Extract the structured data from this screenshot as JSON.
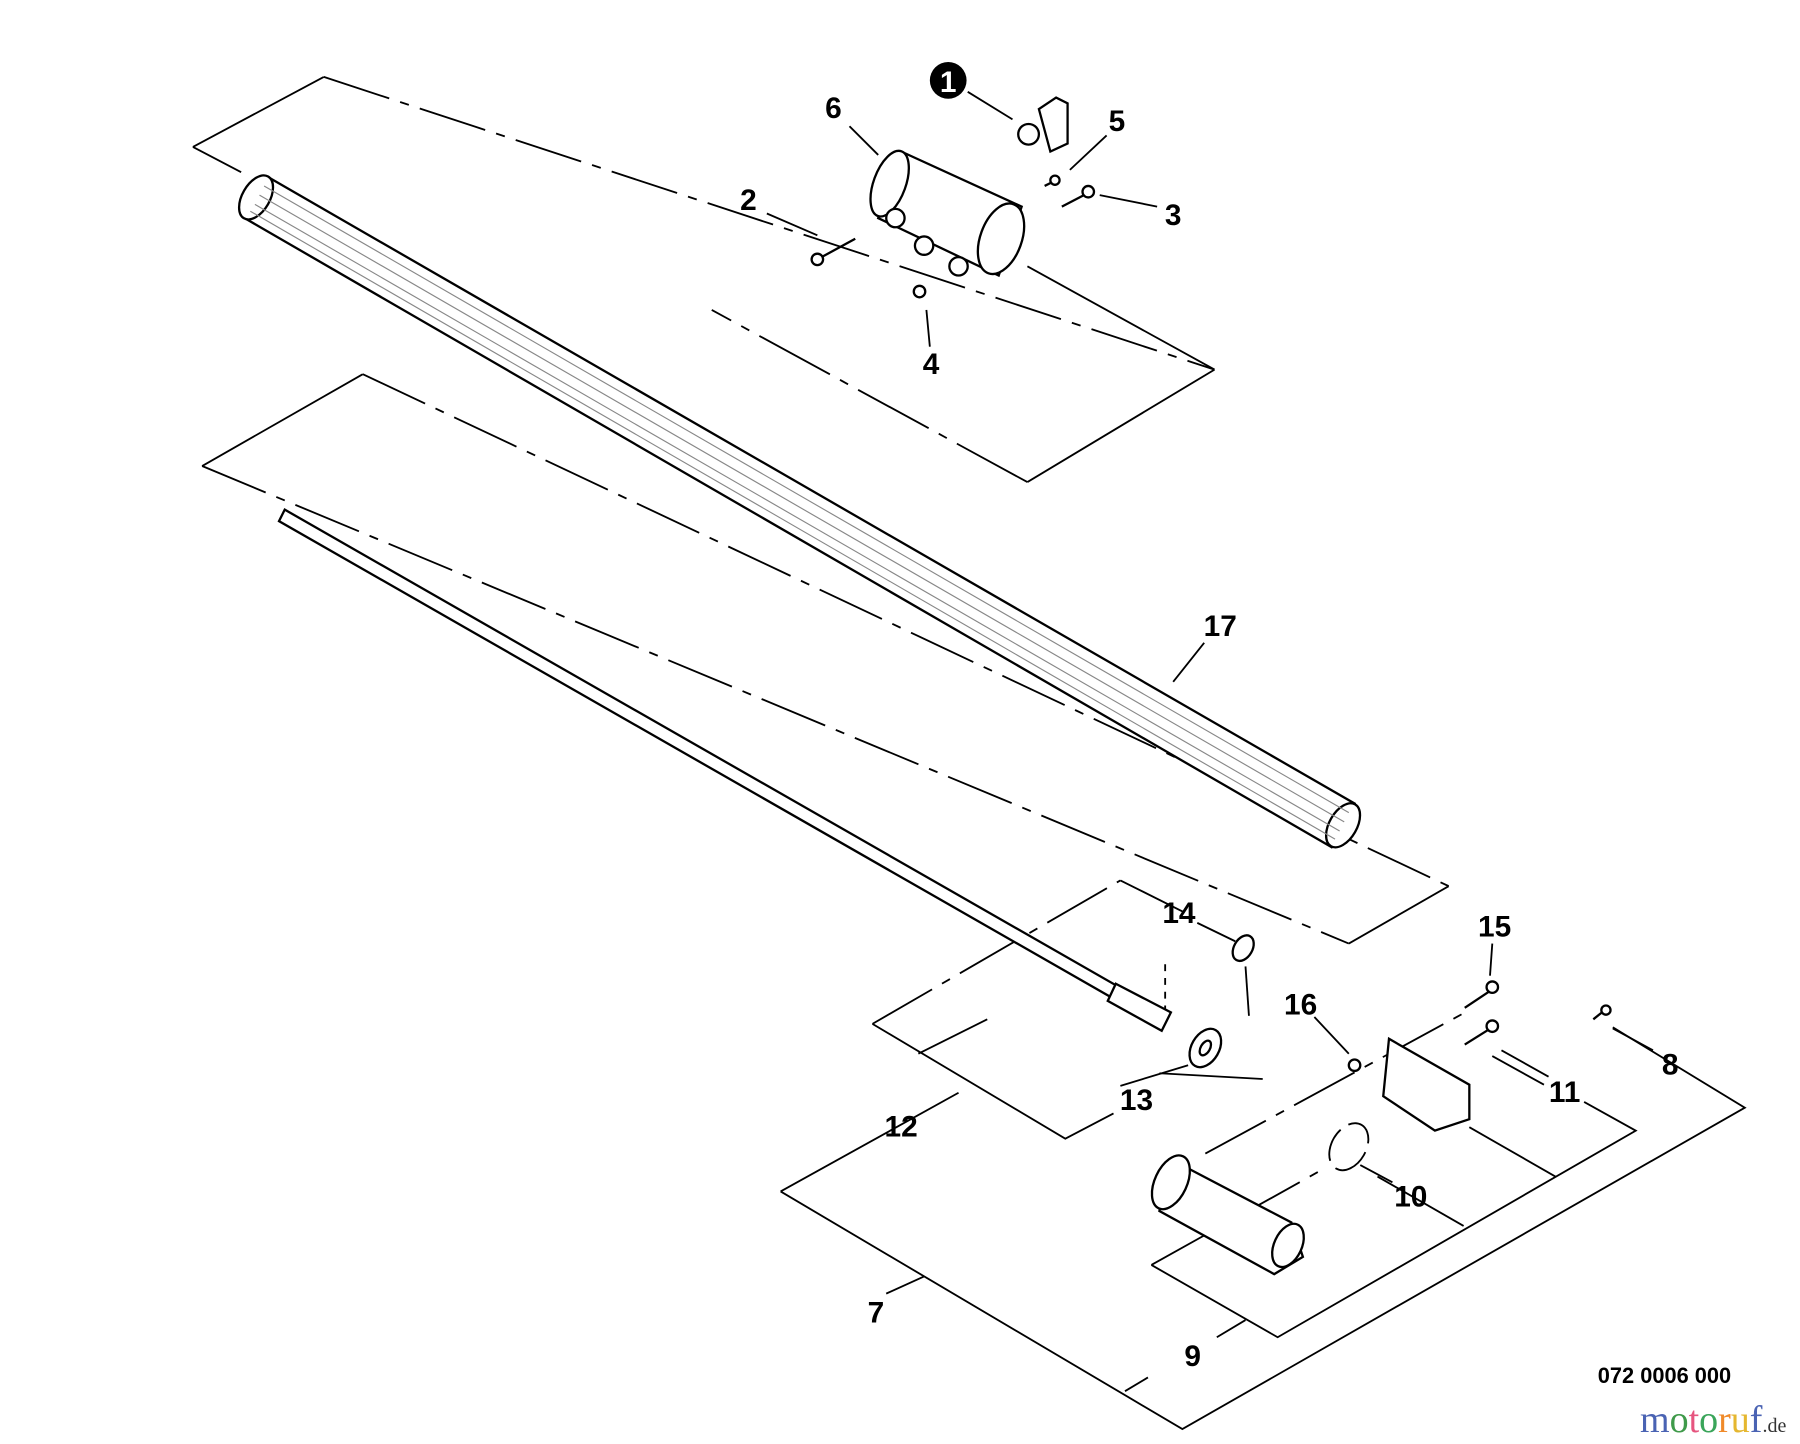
{
  "diagram": {
    "callouts": [
      "1",
      "2",
      "3",
      "4",
      "5",
      "6",
      "7",
      "8",
      "9",
      "10",
      "11",
      "12",
      "13",
      "14",
      "15",
      "16",
      "17"
    ],
    "drawing_number": "072 0006 000"
  },
  "watermark": {
    "text": "motoruf",
    "suffix": ".de",
    "colors": [
      "#4a63b3",
      "#3f9a4a",
      "#e6557f",
      "#3aa55a",
      "#f08a2a",
      "#e5b730"
    ]
  }
}
